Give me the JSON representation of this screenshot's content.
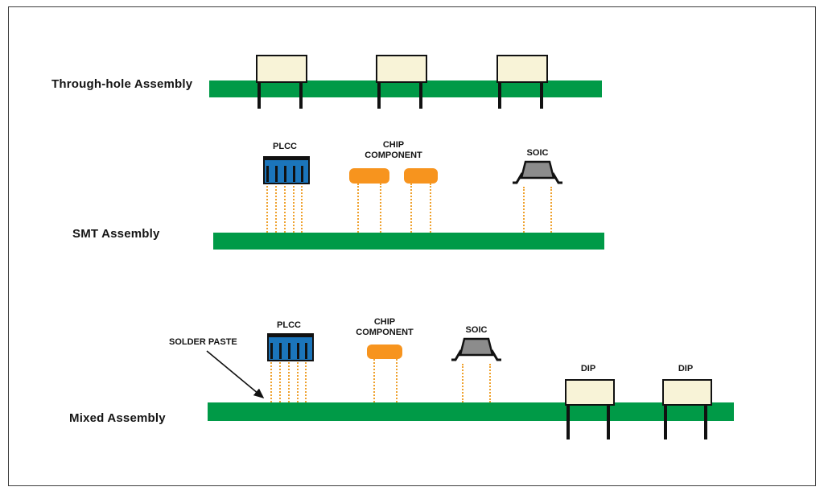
{
  "rows": {
    "through_hole": {
      "label": "Through-hole Assembly"
    },
    "smt": {
      "label": "SMT Assembly",
      "plcc_label": "PLCC",
      "chip_label": "CHIP\nCOMPONENT",
      "soic_label": "SOIC"
    },
    "mixed": {
      "label": "Mixed Assembly",
      "solder_paste_label": "SOLDER PASTE",
      "plcc_label": "PLCC",
      "chip_label": "CHIP\nCOMPONENT",
      "soic_label": "SOIC",
      "dip_label_1": "DIP",
      "dip_label_2": "DIP"
    }
  },
  "colors": {
    "pcb_green": "#009A47",
    "component_cream": "#F8F3D7",
    "plcc_blue": "#1B75BB",
    "chip_orange": "#F7941E",
    "soic_gray": "#8C8C8C",
    "dotted_line_orange": "#EFA12D",
    "outline_black": "#111111"
  }
}
